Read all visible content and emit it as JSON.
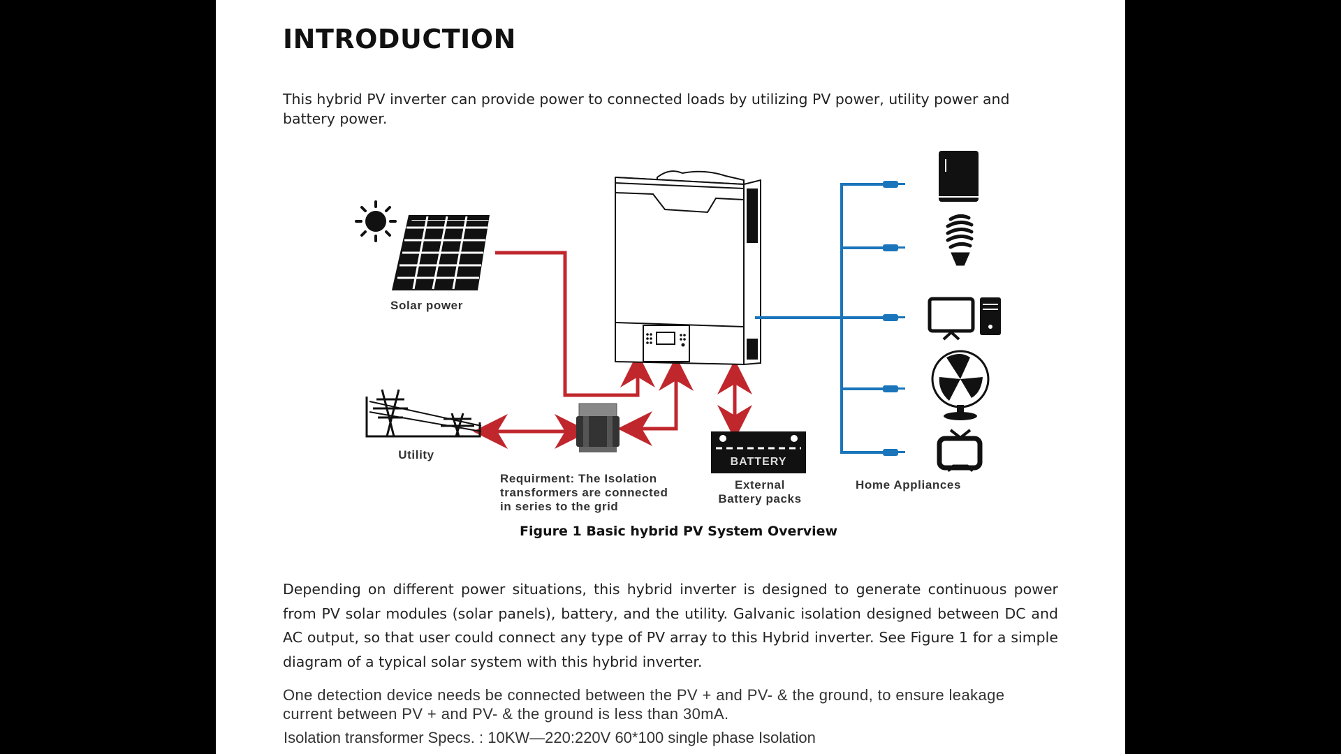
{
  "document": {
    "heading": "INTRODUCTION",
    "intro_paragraph": "This hybrid PV inverter can provide power to connected loads by utilizing PV power, utility power and battery power.",
    "figure": {
      "caption": "Figure 1 Basic hybrid PV System Overview",
      "labels": {
        "solar": "Solar power",
        "utility": "Utility",
        "transformer_note": "Requirment: The Isolation\ntransformers are connected\nin series to the grid",
        "battery": "External\nBattery packs",
        "battery_text": "BATTERY",
        "appliances": "Home Appliances"
      },
      "icons": [
        "sun-icon",
        "solar-panel-icon",
        "inverter-icon",
        "utility-pylons-icon",
        "transformer-icon",
        "battery-icon",
        "refrigerator-icon",
        "light-bulb-icon",
        "computer-icon",
        "fan-icon",
        "tv-icon"
      ],
      "colors": {
        "dc_ac_lines": "#c0272d",
        "output_lines": "#1a75bb"
      }
    },
    "description_paragraph": "Depending on different power situations, this hybrid inverter is designed to generate continuous power from PV solar modules (solar panels), battery, and the utility. Galvanic isolation designed between DC and AC output, so that user could connect any type of PV array to this Hybrid inverter. See Figure 1 for a simple diagram of a typical solar system with this hybrid inverter.",
    "detection_note": "One detection device needs be connected between the PV + and PV- & the ground, to ensure leakage current between PV + and PV- & the ground is less than 30mA.",
    "transformer_specs": "Isolation transformer Specs. : 10KW—220:220V 60*100 single phase Isolation"
  }
}
